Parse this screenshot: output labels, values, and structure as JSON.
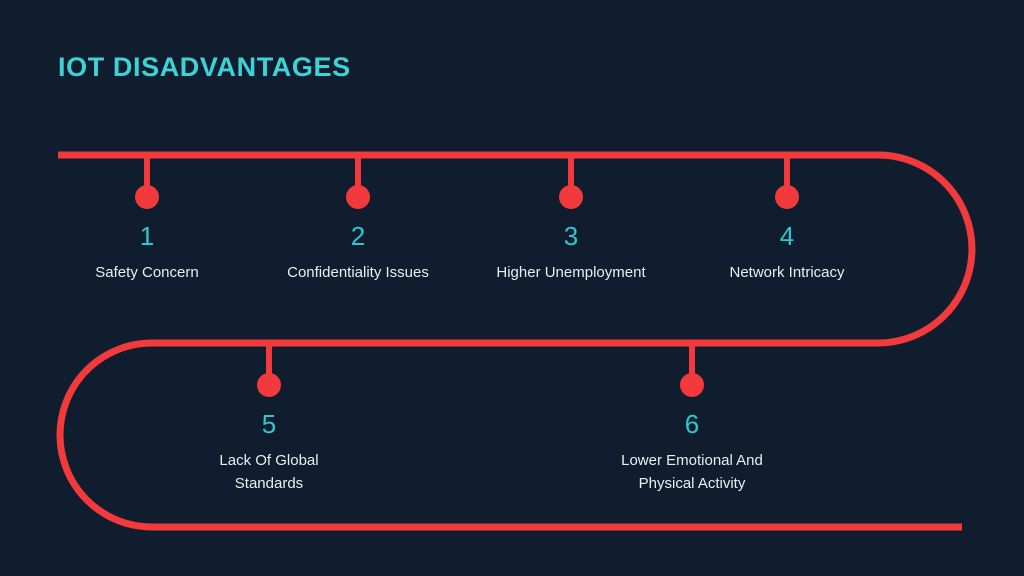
{
  "slide": {
    "title": "IOT DISADVANTAGES",
    "background_color": "#101d2e",
    "accent_color": "#f23a3c",
    "number_color": "#2ec7cf",
    "title_color": "#3ed2d6",
    "label_color": "#e9eef3"
  },
  "items": [
    {
      "number": "1",
      "label": "Safety Concern"
    },
    {
      "number": "2",
      "label": "Confidentiality Issues"
    },
    {
      "number": "3",
      "label": "Higher Unemployment"
    },
    {
      "number": "4",
      "label": "Network Intricacy"
    },
    {
      "number": "5",
      "label": "Lack Of Global\nStandards"
    },
    {
      "number": "6",
      "label": "Lower Emotional And\nPhysical Activity"
    }
  ]
}
